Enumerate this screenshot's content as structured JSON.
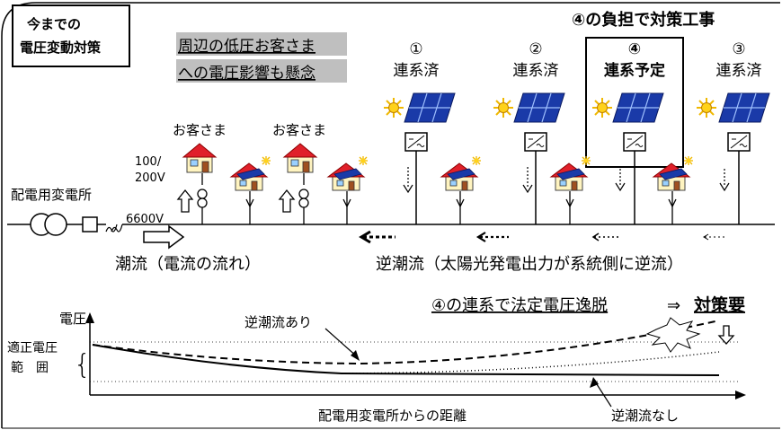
{
  "title_box": {
    "line1": "今までの",
    "line2": "電圧変動対策"
  },
  "concern": {
    "line1": "周辺の低圧お客さま",
    "line2": "への電圧影響も懸念"
  },
  "headline": "④の負担で対策工事",
  "pv_units": [
    {
      "num": "①",
      "label": "連系済"
    },
    {
      "num": "②",
      "label": "連系済"
    },
    {
      "num": "④",
      "label": "連系予定"
    },
    {
      "num": "③",
      "label": "連系済"
    }
  ],
  "customer_label": "お客さま",
  "voltage_low": "100/\n200V",
  "voltage_low_1": "100/",
  "voltage_low_2": "200V",
  "substation": "配電用変電所",
  "voltage_high": "6600V",
  "flow_normal": "潮流（電流の流れ）",
  "flow_reverse": "逆潮流（太陽光発電出力が系統側に逆流）",
  "violation_text": "④の連系で法定電圧逸脱",
  "violation_arrow": "⇒",
  "action_needed": "対策要",
  "chart": {
    "y_label": "電圧",
    "range_label_1": "適正電圧",
    "range_label_2": "範　囲",
    "brace": "{",
    "x_label": "配電用変電所からの距離",
    "with_reverse": "逆潮流あり",
    "without_reverse": "逆潮流なし",
    "down_arrow": "⇩"
  },
  "colors": {
    "panel": "#1a3aa8",
    "roof": "#e0202a",
    "sun": "#f0b800",
    "concern_bg": "#bfbfbf"
  }
}
